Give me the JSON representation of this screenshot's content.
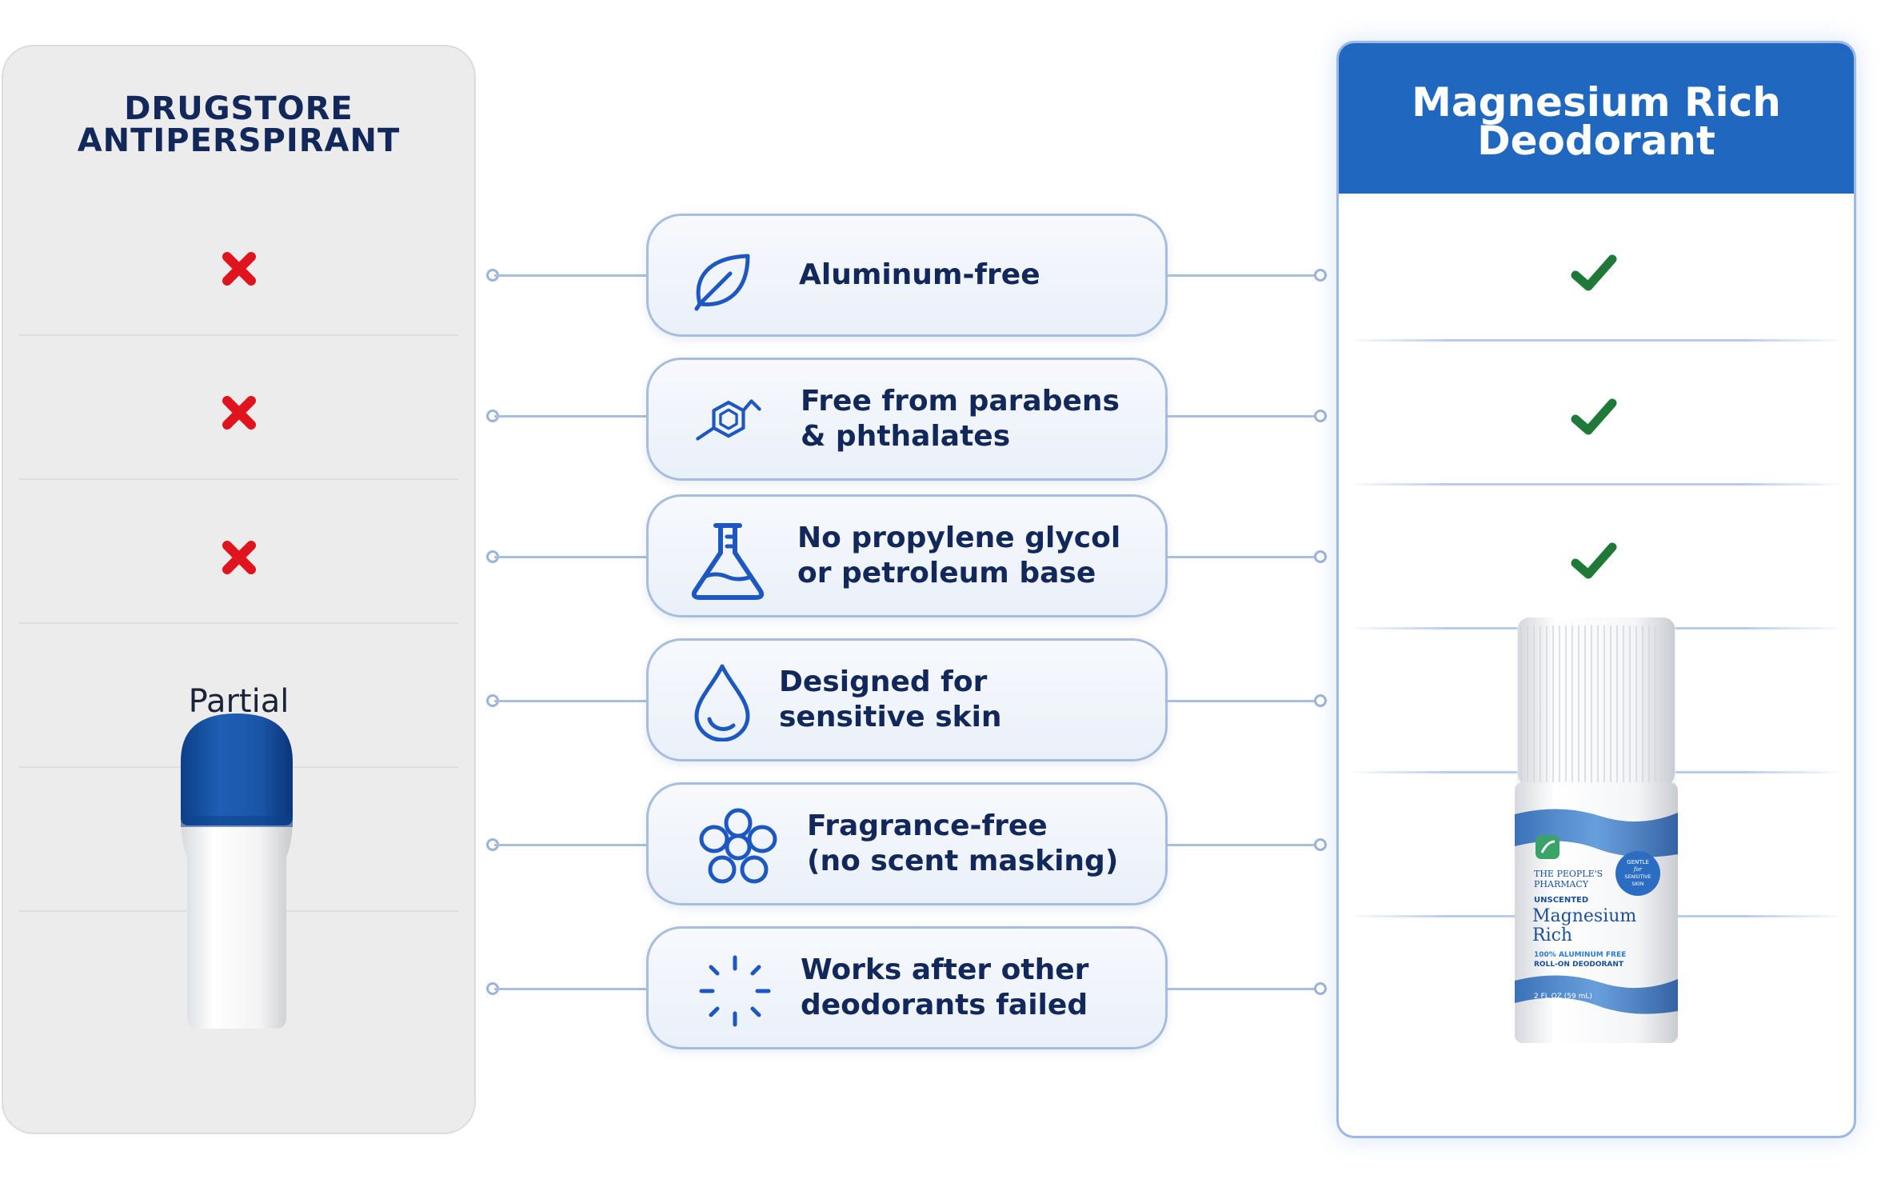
{
  "left": {
    "title_line1": "DRUGSTORE",
    "title_line2": "ANTIPERSPIRANT",
    "rows": [
      {
        "mark": "x-icon"
      },
      {
        "mark": "x-icon"
      },
      {
        "mark": "x-icon"
      },
      {
        "text": "Partial"
      }
    ],
    "product_image": "white roll-on bottle with blue cap"
  },
  "features": [
    {
      "icon": "leaf-icon",
      "line1": "Aluminum-free",
      "line2": ""
    },
    {
      "icon": "molecule-icon",
      "line1": "Free from parabens",
      "line2": "& phthalates"
    },
    {
      "icon": "flask-icon",
      "line1": "No propylene glycol",
      "line2": "or petroleum base"
    },
    {
      "icon": "droplet-icon",
      "line1": "Designed for",
      "line2": "sensitive skin"
    },
    {
      "icon": "flower-icon",
      "line1": "Fragrance-free",
      "line2": "(no scent masking)"
    },
    {
      "icon": "sparkle-icon",
      "line1": "Works after other",
      "line2": "deodorants failed"
    }
  ],
  "right": {
    "title_line1": "Magnesium Rich",
    "title_line2": "Deodorant",
    "rows": [
      {
        "mark": "check-icon"
      },
      {
        "mark": "check-icon"
      },
      {
        "mark": "check-icon"
      }
    ],
    "product": {
      "brand_line1": "THE PEOPLE'S",
      "brand_line2": "PHARMACY",
      "variant": "UNSCENTED",
      "name_line1": "Magnesium",
      "name_line2": "Rich",
      "claim_line1": "100% ALUMINUM FREE",
      "claim_line2": "ROLL-ON DEODORANT",
      "size": "2 FL OZ (59 mL)",
      "badge_line1": "GENTLE",
      "badge_line2": "for",
      "badge_line3": "SENSITIVE",
      "badge_line4": "SKIN"
    }
  },
  "colors": {
    "navy_text": "#12285a",
    "accent_blue": "#2067c0",
    "icon_blue": "#1d58c2",
    "check_green": "#1f7a3a",
    "x_red": "#e0141e",
    "left_bg": "#ececec"
  }
}
